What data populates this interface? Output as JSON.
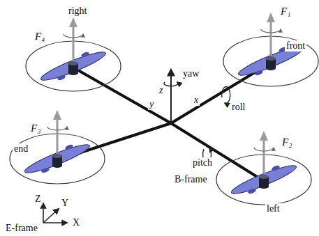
{
  "diagram": {
    "labels": [
      "right",
      "F₄",
      "F₁",
      "front",
      "yaw",
      "z",
      "y",
      "x",
      "roll",
      "F₃",
      "end",
      "pitch",
      "B-frame",
      "F₂",
      "left",
      "Z",
      "Y",
      "E-frame",
      "X"
    ]
  }
}
